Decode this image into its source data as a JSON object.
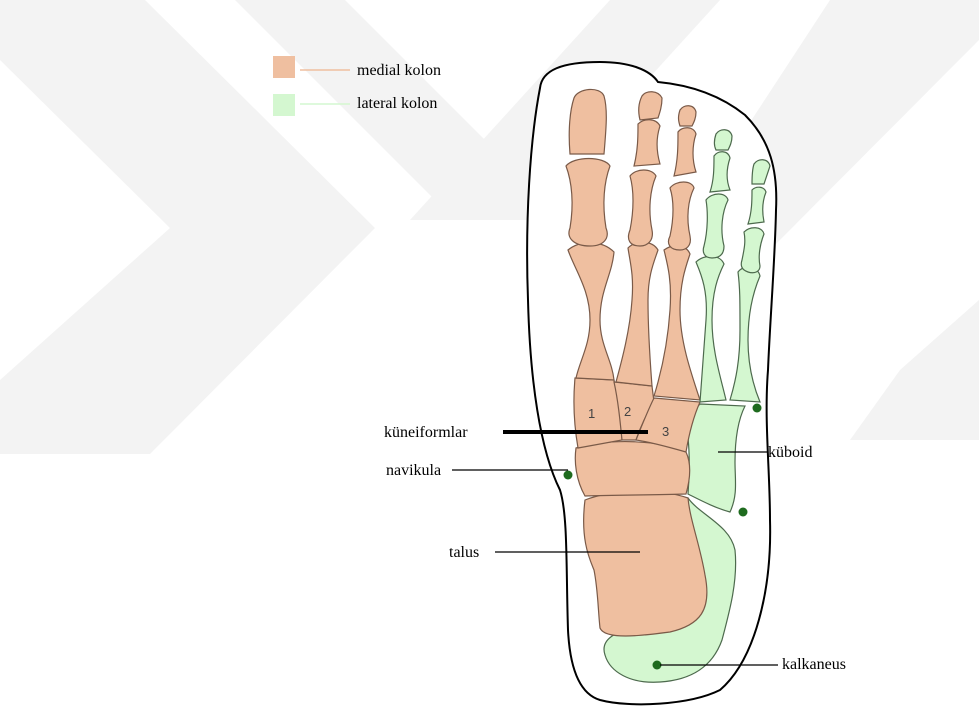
{
  "colors": {
    "medial": "#EFBFA0",
    "lateral": "#D4F7D0",
    "watermark": "#F2F2F2",
    "border_blue": "#2a2ad0",
    "border_purple": "#7b2fb0",
    "border_red": "#d02020",
    "marker_green": "#1e6b1e"
  },
  "legend": {
    "medial_label": "medial kolon",
    "lateral_label": "lateral kolon"
  },
  "labels": {
    "kuneiformlar": "küneiformlar",
    "navikula": "navikula",
    "talus": "talus",
    "kuboid": "küboid",
    "kalkaneus": "kalkaneus"
  },
  "cuneiform_numbers": [
    "1",
    "2",
    "3"
  ]
}
